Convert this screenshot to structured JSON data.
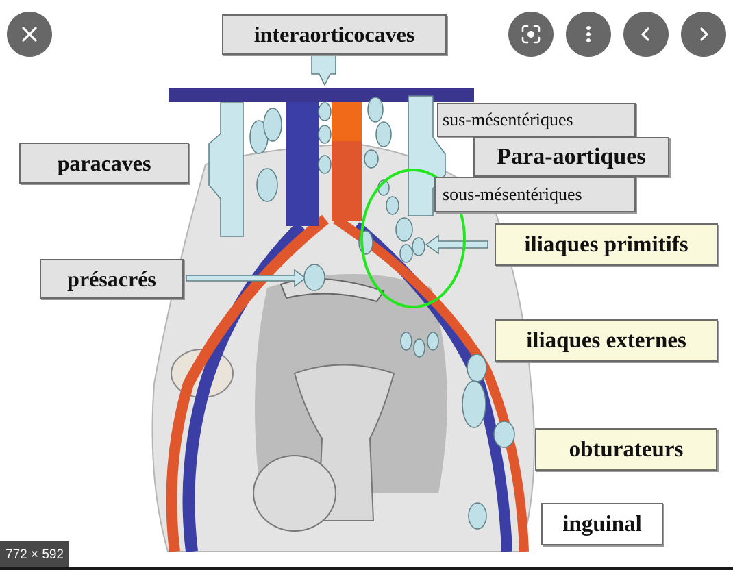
{
  "viewer": {
    "image_dimensions": "772 × 592",
    "controls": {
      "close": "close-icon",
      "lens": "google-lens-icon",
      "more": "more-vert-icon",
      "previous": "chevron-left-icon",
      "next": "chevron-right-icon"
    }
  },
  "figure": {
    "labels": {
      "interaorticocaves": "interaorticocaves",
      "sus_mesenteriques": "sus-mésentériques",
      "para_aortiques": "Para-aortiques",
      "sous_mesenteriques": "sous-mésentériques",
      "paracaves": "paracaves",
      "iliaques_primitifs": "iliaques primitifs",
      "presacres": "présacrés",
      "iliaques_externes": "iliaques externes",
      "obturateurs": "obturateurs",
      "inguinal": "inguinal"
    },
    "colors": {
      "artery": "#e1572d",
      "vein": "#3b3ea4",
      "node": "#bfe0e6",
      "highlight": "#22e61e",
      "bar": "#3a3690"
    }
  }
}
